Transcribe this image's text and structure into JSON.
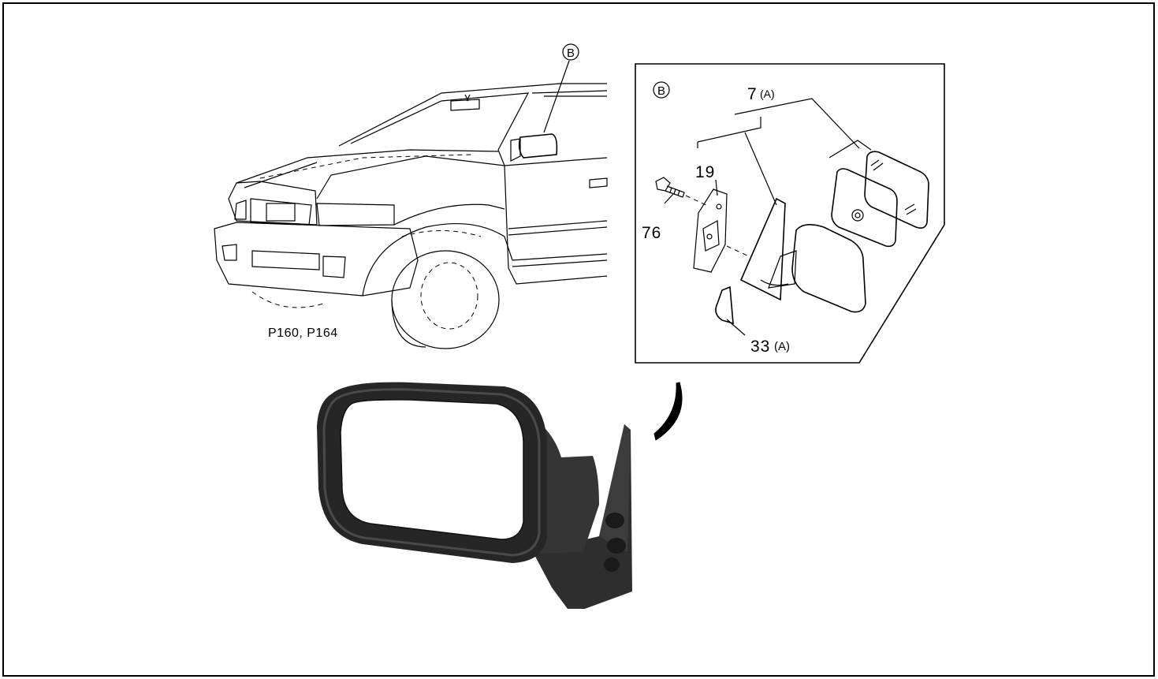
{
  "diagram": {
    "vehicle_callout": "B",
    "vehicle_ref_label": "P160, P164",
    "detail_callout": "B",
    "parts": [
      {
        "number": "7",
        "suffix": "(A)"
      },
      {
        "number": "19",
        "suffix": ""
      },
      {
        "number": "76",
        "suffix": ""
      },
      {
        "number": "33",
        "suffix": "(A)"
      }
    ]
  },
  "colors": {
    "line": "#000000",
    "background": "#ffffff",
    "mirror_body": "#2a2a2a",
    "mirror_glass": "#ffffff"
  }
}
